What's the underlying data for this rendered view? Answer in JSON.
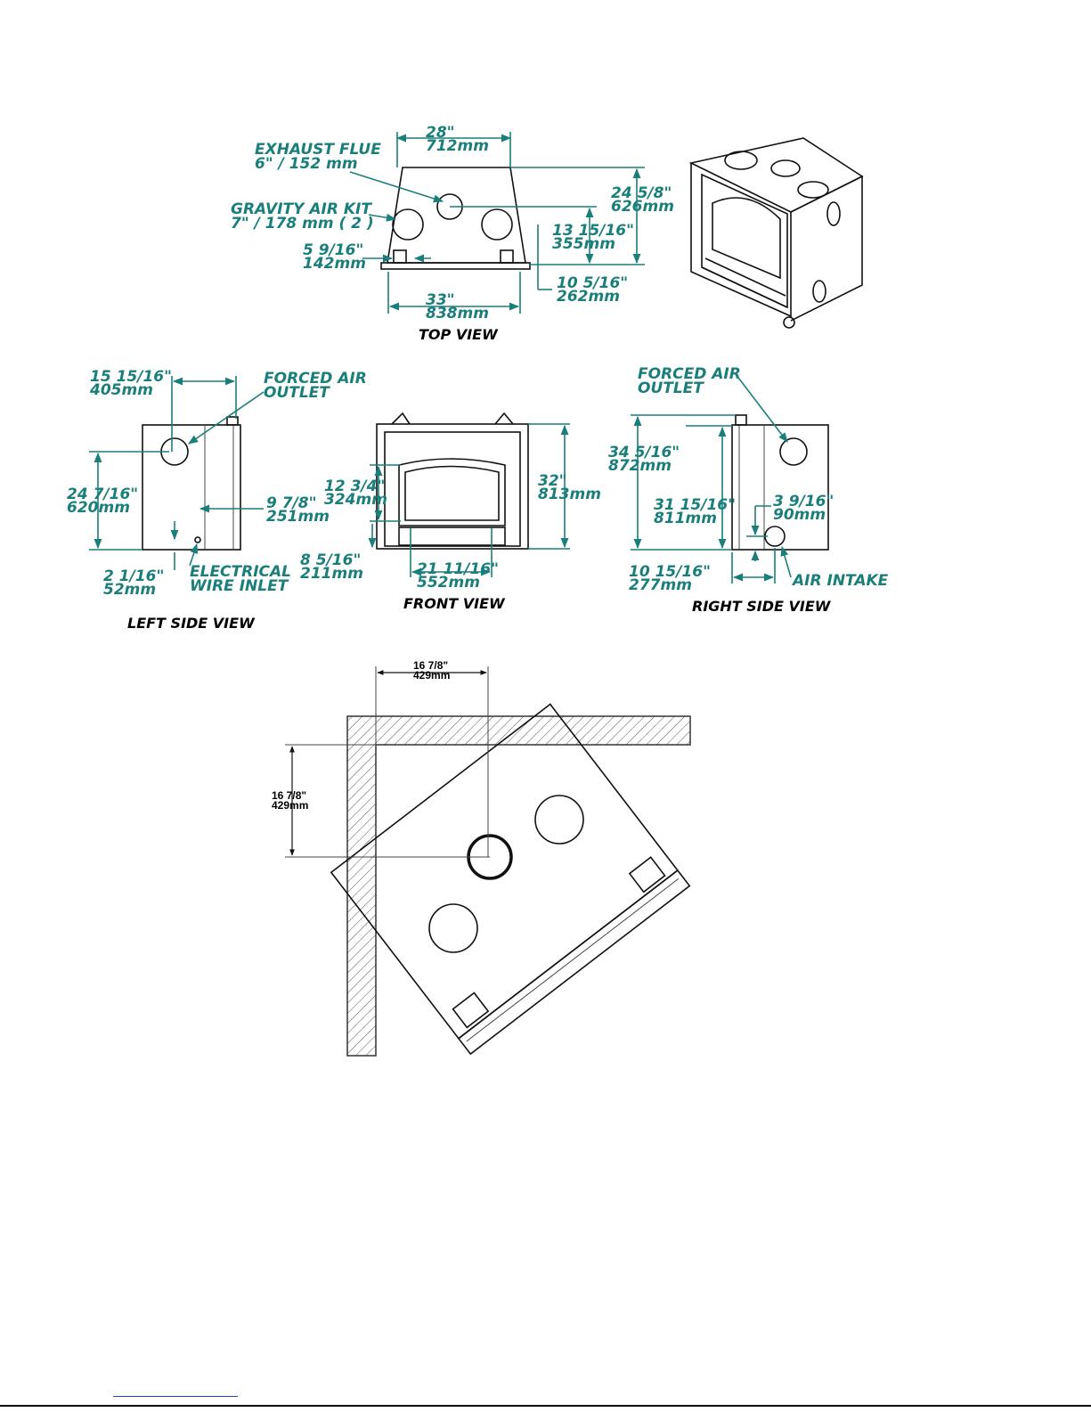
{
  "colors": {
    "dimension_text": "#1a7f7a",
    "drawing": "#111111",
    "title_text": "#000000"
  },
  "top_view": {
    "title": "TOP VIEW",
    "exhaust_flue": [
      "EXHAUST FLUE",
      "6\" / 152 mm"
    ],
    "gravity_air_kit": [
      "GRAVITY AIR KIT",
      "7\" / 178 mm ( 2 )"
    ],
    "width_top": [
      "28\"",
      "712mm"
    ],
    "depth": [
      "24 5/8\"",
      "626mm"
    ],
    "flue_offset": [
      "13 15/16\"",
      "355mm"
    ],
    "side_offset": [
      "5 9/16\"",
      "142mm"
    ],
    "front_offset": [
      "10 5/16\"",
      "262mm"
    ],
    "width_bottom": [
      "33\"",
      "838mm"
    ]
  },
  "left_side_view": {
    "title": "LEFT SIDE VIEW",
    "outlet_offset": [
      "15 15/16\"",
      "405mm"
    ],
    "forced_air_outlet": [
      "FORCED AIR",
      "OUTLET"
    ],
    "outlet_height": [
      "24 7/16\"",
      "620mm"
    ],
    "depth_offset": [
      "9 7/8\"",
      "251mm"
    ],
    "wire_height": [
      "2 1/16\"",
      "52mm"
    ],
    "electrical_wire_inlet": [
      "ELECTRICAL",
      "WIRE INLET"
    ]
  },
  "front_view": {
    "title": "FRONT VIEW",
    "opening_height": [
      "12 3/4\"",
      "324mm"
    ],
    "total_height": [
      "32\"",
      "813mm"
    ],
    "base_height": [
      "8 5/16\"",
      "211mm"
    ],
    "opening_width": [
      "21 11/16\"",
      "552mm"
    ]
  },
  "right_side_view": {
    "title": "RIGHT SIDE VIEW",
    "forced_air_outlet": [
      "FORCED AIR",
      "OUTLET"
    ],
    "total_height": [
      "34 5/16\"",
      "872mm"
    ],
    "body_height": [
      "31 15/16\"",
      "811mm"
    ],
    "intake_height": [
      "3 9/16\"",
      "90mm"
    ],
    "intake_offset": [
      "10 15/16\"",
      "277mm"
    ],
    "air_intake": "AIR INTAKE"
  },
  "corner_install": {
    "horizontal": [
      "16 7/8\"",
      "429mm"
    ],
    "vertical": [
      "16 7/8\"",
      "429mm"
    ]
  }
}
